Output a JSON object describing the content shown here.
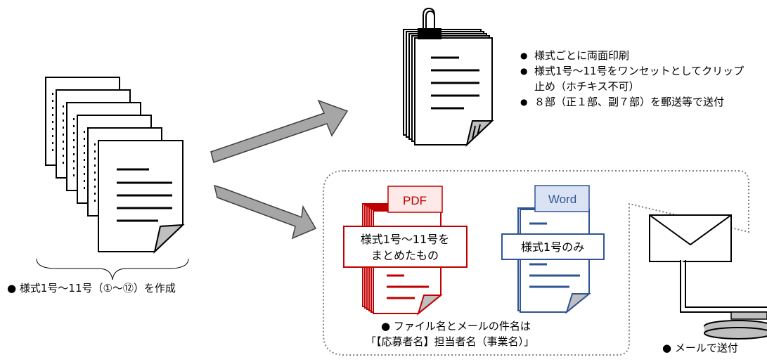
{
  "left_caption": "● 様式1号～11号（①～⑫）を作成",
  "print_notes": {
    "items": [
      {
        "line1": "様式ごとに両面印刷",
        "line2": ""
      },
      {
        "line1": "様式1号～11号をワンセットとしてクリップ",
        "line2": "止め（ホチキス不可）"
      },
      {
        "line1": "８部（正１部、副７部）を郵送等で送付",
        "line2": ""
      }
    ]
  },
  "pdf_badge": "PDF",
  "pdf_label_line1": "様式1号～11号を",
  "pdf_label_line2": "まとめたもの",
  "word_badge": "Word",
  "word_label": "様式1号のみ",
  "file_name_note_line1": "● ファイル名とメールの件名は",
  "file_name_note_line2": "「【応募者名】担当者名（事業名）」",
  "mail_note": "● メールで送付",
  "colors": {
    "pdf_red": "#c00000",
    "word_blue": "#2f5597",
    "arrow_gray": "#a6a6a6"
  }
}
